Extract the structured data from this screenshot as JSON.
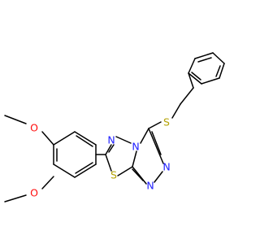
{
  "molecule": {
    "atoms": {
      "o1": "O",
      "o2": "O",
      "s_ring": "S",
      "s_chain": "S",
      "n1": "N",
      "n2": "N",
      "n3": "N",
      "n4": "N"
    },
    "colors": {
      "carbon_bond": "#000000",
      "nitrogen": "#2020ff",
      "oxygen": "#ff0d0d",
      "sulfur": "#b3a100"
    }
  }
}
